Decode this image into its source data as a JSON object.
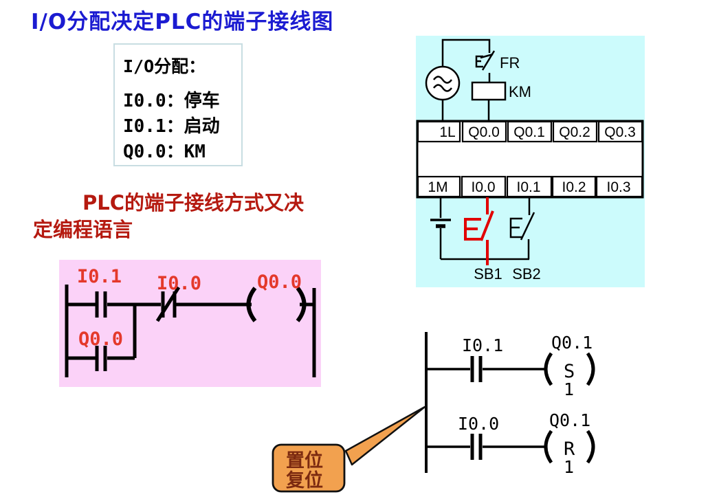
{
  "title": "I/O分配决定PLC的端子接线图",
  "io_box": {
    "heading": "I/O分配：",
    "line1": "I0.0：停车",
    "line2": "I0.1：启动",
    "line3": "Q0.0：KM"
  },
  "subtitle": {
    "line1": "PLC的端子接线方式又决",
    "line2": "定编程语言"
  },
  "wiring": {
    "fr_label": "FR",
    "km_label": "KM",
    "top_row": [
      "1L",
      "Q0.0",
      "Q0.1",
      "Q0.2",
      "Q0.3"
    ],
    "bottom_row": [
      "1M",
      "I0.0",
      "I0.1",
      "I0.2",
      "I0.3"
    ],
    "sb1_label": "SB1",
    "sb2_label": "SB2"
  },
  "ladder_main": {
    "contact_start": "I0.1",
    "contact_stop": "I0.0",
    "coil": "Q0.0",
    "latch_contact": "Q0.0"
  },
  "ladder_sr": {
    "rung1": {
      "contact": "I0.1",
      "coil": "Q0.1",
      "func": "S",
      "operand": "1"
    },
    "rung2": {
      "contact": "I0.0",
      "coil": "Q0.1",
      "func": "R",
      "operand": "1"
    }
  },
  "callout": {
    "line1": "置位",
    "line2": "复位"
  },
  "colors": {
    "title_blue": "#1b1bd1",
    "subtitle_red": "#b51a10",
    "ladder_label_red": "#e4392b",
    "sb1_red": "#e10000",
    "wiring_panel_bg": "#ccfbfc",
    "ladder_panel_bg": "#fbd2f8",
    "callout_orange": "#f2a14f",
    "callout_text": "#7c2a10"
  }
}
